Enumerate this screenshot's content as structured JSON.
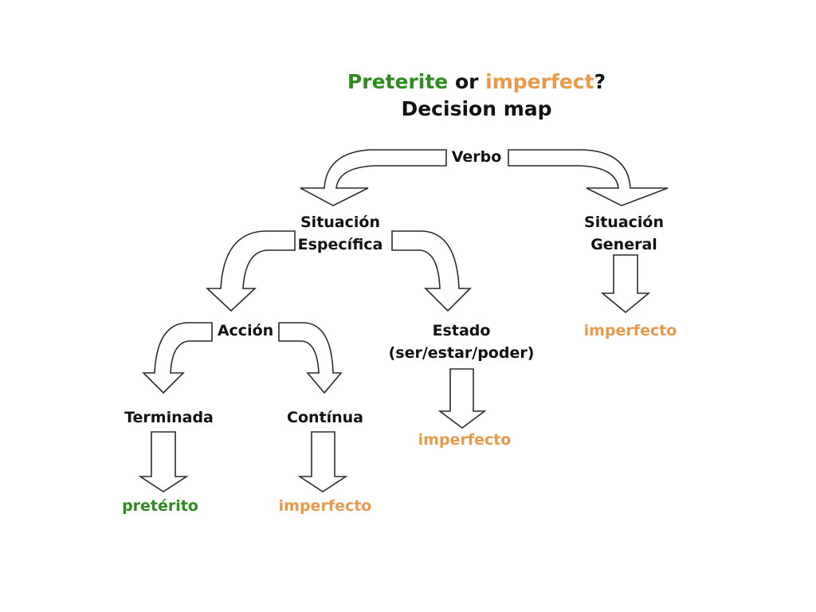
{
  "title": {
    "word_preterite": "Preterite",
    "word_or": " or ",
    "word_imperfect": "imperfect",
    "question_mark": "?",
    "line2": "Decision map"
  },
  "nodes": {
    "verbo": "Verbo",
    "situacion_especifica": [
      "Situación",
      "Específica"
    ],
    "situacion_general": [
      "Situación",
      "General"
    ],
    "accion": "Acción",
    "estado": [
      "Estado",
      "(ser/estar/poder)"
    ],
    "terminada": "Terminada",
    "continua": "Contínua"
  },
  "results": {
    "general": "imperfecto",
    "estado": "imperfecto",
    "terminada": "pretérito",
    "continua": "imperfecto"
  },
  "colors": {
    "preterite": "#2e8b1f",
    "imperfect": "#e89a4b",
    "text": "#111111",
    "arrow_stroke": "#2b2b2b",
    "arrow_fill": "#ffffff"
  }
}
